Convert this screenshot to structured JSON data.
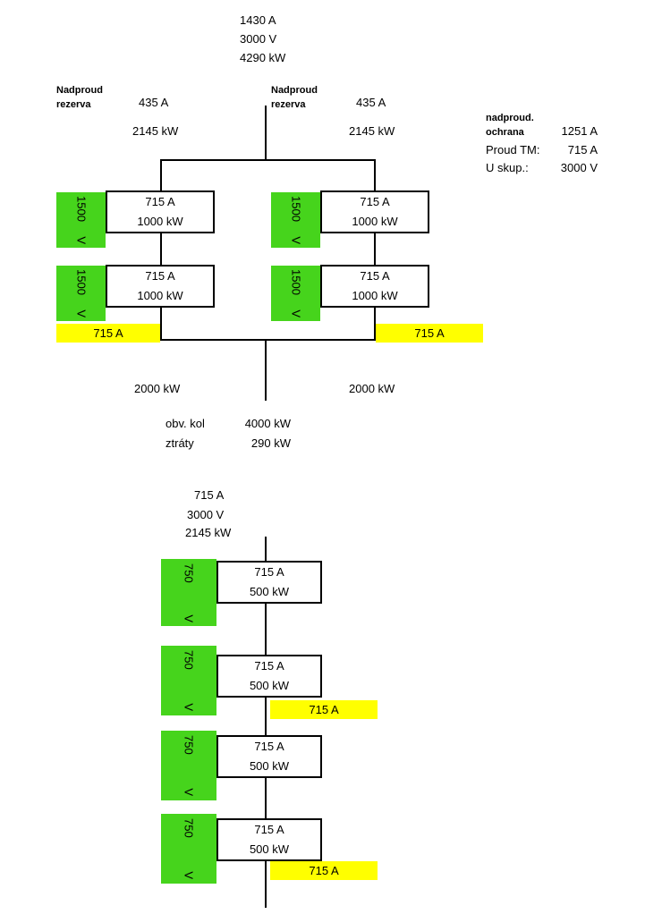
{
  "colors": {
    "green": "#46D41C",
    "yellow": "#FFFF00",
    "line": "#000000"
  },
  "top": {
    "source": {
      "current": "1430 A",
      "voltage": "3000 V",
      "power": "4290 kW"
    },
    "branch_left": {
      "label_line1": "Nadproud",
      "label_line2": "rezerva",
      "current": "435 A",
      "power": "2145 kW"
    },
    "branch_right": {
      "label_line1": "Nadproud",
      "label_line2": "rezerva",
      "current": "435 A",
      "power": "2145 kW"
    },
    "protection_info": {
      "label_line1": "nadproud.",
      "label_line2": "ochrana",
      "value1": "1251 A",
      "label2": "Proud TM:",
      "value2": "715 A",
      "label3": "U skup.:",
      "value3": "3000 V"
    },
    "units": [
      {
        "voltage_value": "1500",
        "voltage_unit": "V",
        "current": "715 A",
        "power": "1000 kW"
      },
      {
        "voltage_value": "1500",
        "voltage_unit": "V",
        "current": "715 A",
        "power": "1000 kW"
      },
      {
        "voltage_value": "1500",
        "voltage_unit": "V",
        "current": "715 A",
        "power": "1000 kW"
      },
      {
        "voltage_value": "1500",
        "voltage_unit": "V",
        "current": "715 A",
        "power": "1000 kW"
      }
    ],
    "yellow_left": "715 A",
    "yellow_right": "715 A",
    "output_left_power": "2000 kW",
    "output_right_power": "2000 kW",
    "summary": {
      "row1_label": "obv. kol",
      "row1_value": "4000 kW",
      "row2_label": "ztráty",
      "row2_value": "290 kW"
    }
  },
  "bottom": {
    "source": {
      "current": "715 A",
      "voltage": "3000 V",
      "power": "2145 kW"
    },
    "units": [
      {
        "voltage_value": "750",
        "voltage_unit": "V",
        "current": "715 A",
        "power": "500 kW"
      },
      {
        "voltage_value": "750",
        "voltage_unit": "V",
        "current": "715 A",
        "power": "500 kW"
      },
      {
        "voltage_value": "750",
        "voltage_unit": "V",
        "current": "715 A",
        "power": "500 kW"
      },
      {
        "voltage_value": "750",
        "voltage_unit": "V",
        "current": "715 A",
        "power": "500 kW"
      }
    ],
    "yellow_tags": [
      "715 A",
      "715 A"
    ]
  }
}
